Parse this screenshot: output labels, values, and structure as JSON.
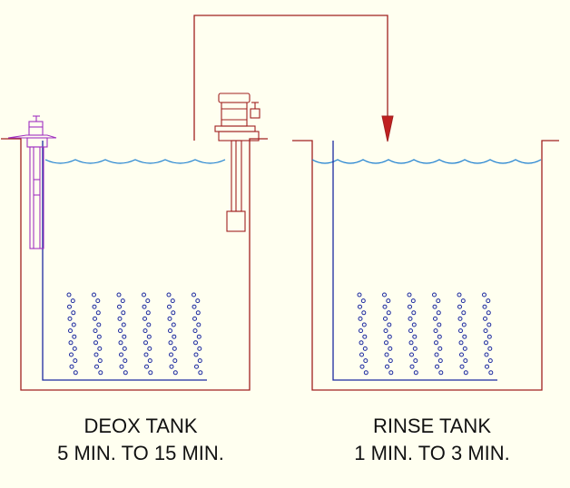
{
  "tanks": {
    "deox": {
      "name": "DEOX TANK",
      "time": "5 MIN. TO 15 MIN."
    },
    "rinse": {
      "name": "RINSE TANK",
      "time": "1 MIN. TO 3 MIN."
    }
  },
  "colors": {
    "background": "#fffff0",
    "tank_outline": "#a02020",
    "water_line": "#1c7fd0",
    "air_bubbles": "#1c2aa0",
    "heater": "#a030c0",
    "text": "#111111"
  }
}
